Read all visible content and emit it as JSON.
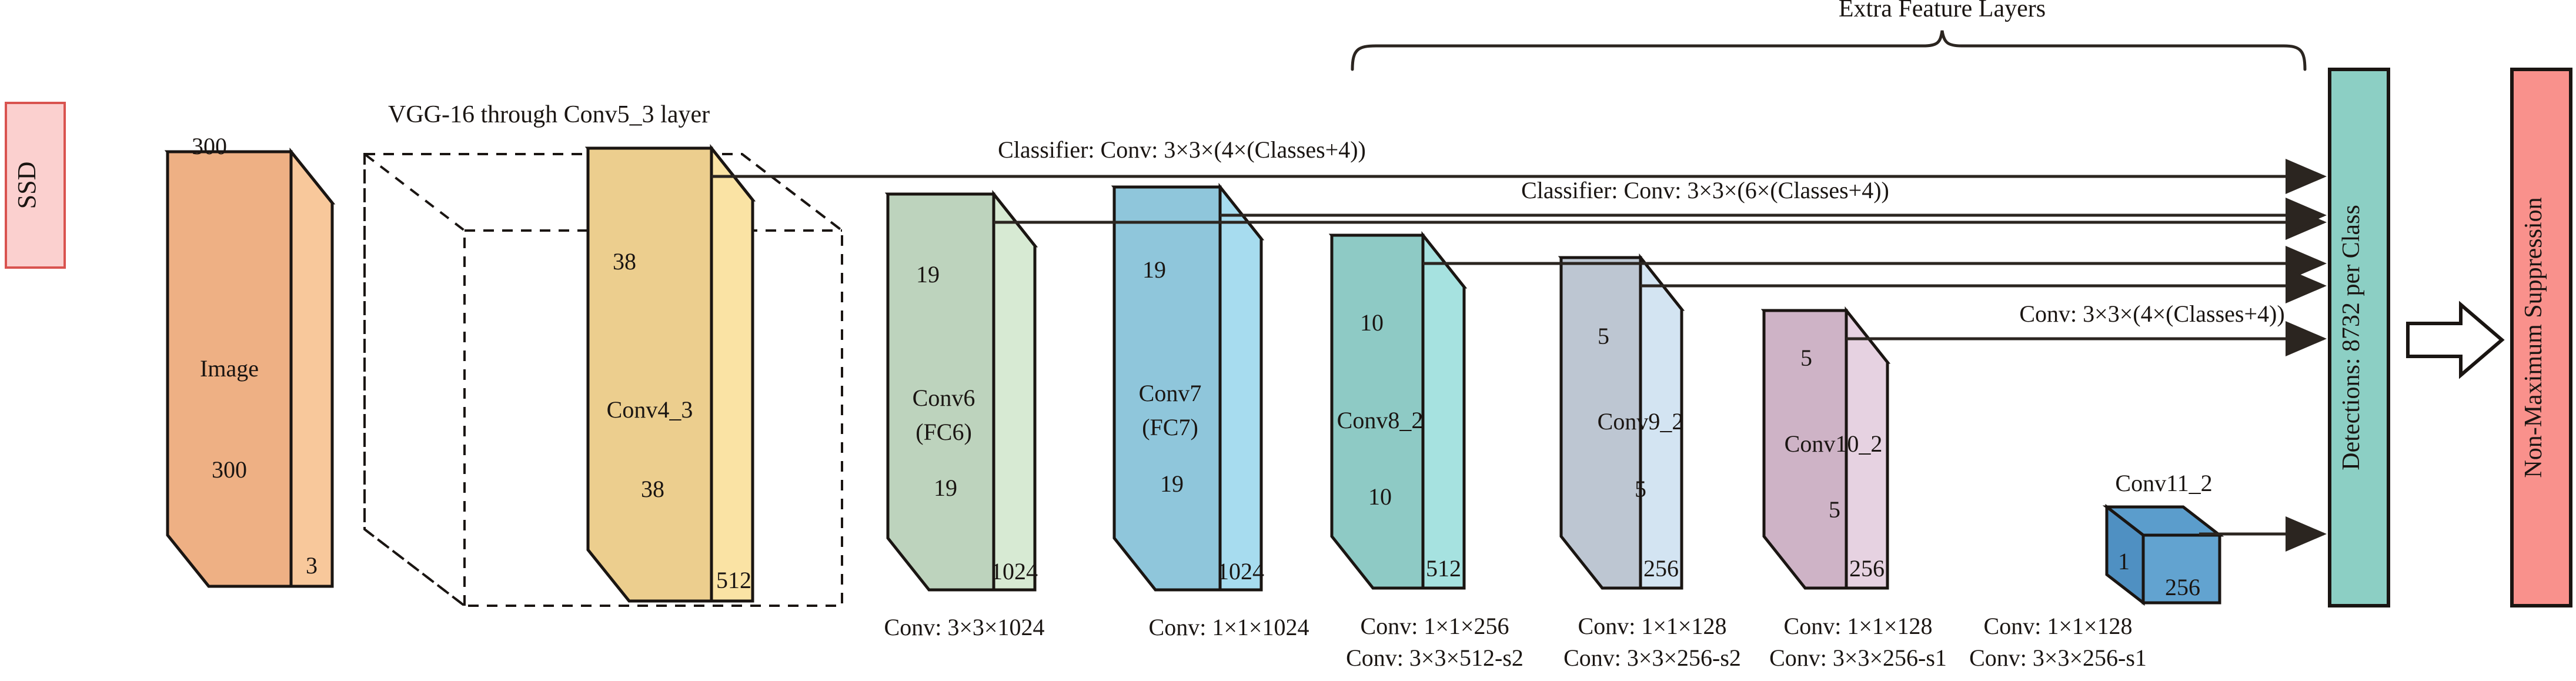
{
  "diagram": {
    "title": "SSD Architecture",
    "annotations": {
      "vgg_label": "VGG-16 through Conv5_3 layer",
      "extra_label": "Extra Feature Layers"
    },
    "colors": {
      "ssd_fill": "#fbd0cf",
      "ssd_stroke": "#d9534f",
      "image_front": "#eeb084",
      "image_side": "#f8c89b",
      "conv4_front": "#ecce8e",
      "conv4_side": "#fae3a4",
      "conv6_front": "#bdd3bd",
      "conv6_side": "#d7ead3",
      "conv7_front": "#8fc6db",
      "conv7_side": "#a7dcef",
      "conv8_front": "#8ecac5",
      "conv8_side": "#a6e2e0",
      "conv9_front": "#bdc6d2",
      "conv9_side": "#d3e4f2",
      "conv10_front": "#ceb3c6",
      "conv10_side": "#e6d2e1",
      "conv11_front": "#62a3d0",
      "conv11_top": "#5b9dcc",
      "conv11_side": "#4f90c2",
      "detections_fill": "#8ccfc4",
      "nms_fill": "#f9918c",
      "stroke": "#1a1512",
      "line": "#2b2520"
    }
  },
  "blocks": {
    "ssd": {
      "label": "SSD"
    },
    "image": {
      "name": "Image",
      "height": "300",
      "width": "300",
      "depth": "3"
    },
    "conv4_3": {
      "name": "Conv4_3",
      "height": "38",
      "width": "38",
      "depth": "512"
    },
    "conv6": {
      "name": "Conv6",
      "name2": "(FC6)",
      "height": "19",
      "width": "19",
      "depth": "1024"
    },
    "conv7": {
      "name": "Conv7",
      "name2": "(FC7)",
      "height": "19",
      "width": "19",
      "depth": "1024"
    },
    "conv8_2": {
      "name": "Conv8_2",
      "height": "10",
      "width": "10",
      "depth": "512"
    },
    "conv9_2": {
      "name": "Conv9_2",
      "height": "5",
      "width": "5",
      "depth": "256"
    },
    "conv10_2": {
      "name": "Conv10_2",
      "height": "5",
      "width": "5",
      "depth": "256"
    },
    "conv11_2": {
      "name": "Conv11_2",
      "height": "1",
      "depth": "256"
    },
    "detections": {
      "label": "Detections: 8732 per Class"
    },
    "nms": {
      "label": "Non-Maximum Suppression"
    }
  },
  "conv_specs": [
    {
      "for": "conv6",
      "lines": [
        "Conv: 3×3×1024"
      ]
    },
    {
      "for": "conv7",
      "lines": [
        "Conv: 1×1×1024"
      ]
    },
    {
      "for": "conv8_2",
      "lines": [
        "Conv: 1×1×256",
        "Conv: 3×3×512-s2"
      ]
    },
    {
      "for": "conv9_2",
      "lines": [
        "Conv: 1×1×128",
        "Conv: 3×3×256-s2"
      ]
    },
    {
      "for": "conv10_2",
      "lines": [
        "Conv: 1×1×128",
        "Conv: 3×3×256-s1"
      ]
    },
    {
      "for": "conv11_2",
      "lines": [
        "Conv: 1×1×128",
        "Conv: 3×3×256-s1"
      ]
    }
  ],
  "classifier_labels": {
    "conv4_3": "Classifier: Conv: 3×3×(4×(Classes+4))",
    "conv7": "Classifier: Conv: 3×3×(6×(Classes+4))",
    "conv11_2": "Conv: 3×3×(4×(Classes+4))"
  }
}
